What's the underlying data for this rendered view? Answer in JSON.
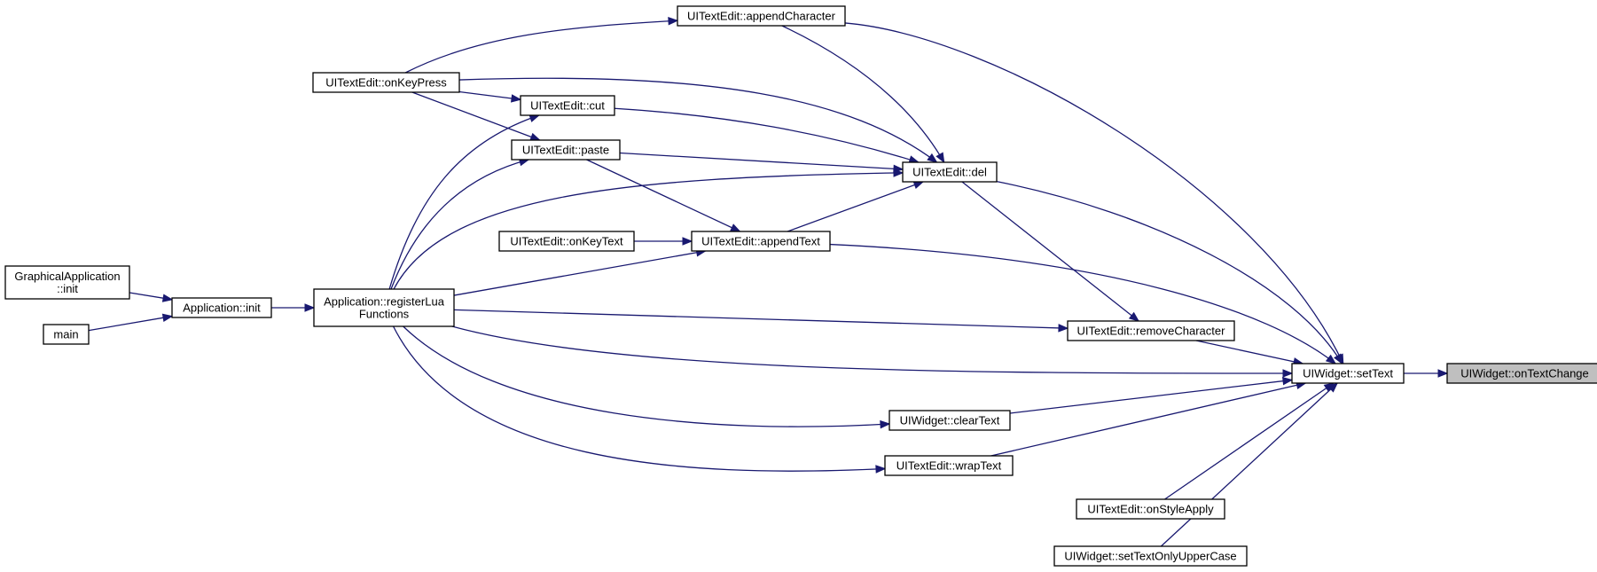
{
  "diagram": {
    "edge_color": "#191970",
    "highlight_color": "#bfbfbf",
    "nodes": [
      {
        "id": "onTextChange",
        "label": [
          "UIWidget::onTextChange"
        ],
        "highlight": true
      },
      {
        "id": "setText",
        "label": [
          "UIWidget::setText"
        ]
      },
      {
        "id": "appendChar",
        "label": [
          "UITextEdit::appendCharacter"
        ]
      },
      {
        "id": "onKeyPress",
        "label": [
          "UITextEdit::onKeyPress"
        ]
      },
      {
        "id": "cut",
        "label": [
          "UITextEdit::cut"
        ]
      },
      {
        "id": "paste",
        "label": [
          "UITextEdit::paste"
        ]
      },
      {
        "id": "del",
        "label": [
          "UITextEdit::del"
        ]
      },
      {
        "id": "onKeyText",
        "label": [
          "UITextEdit::onKeyText"
        ]
      },
      {
        "id": "appendText",
        "label": [
          "UITextEdit::appendText"
        ]
      },
      {
        "id": "gfxInit",
        "label": [
          "GraphicalApplication",
          "::init"
        ]
      },
      {
        "id": "appInit",
        "label": [
          "Application::init"
        ]
      },
      {
        "id": "main",
        "label": [
          "main"
        ]
      },
      {
        "id": "regLua",
        "label": [
          "Application::registerLua",
          "Functions"
        ]
      },
      {
        "id": "removeChar",
        "label": [
          "UITextEdit::removeCharacter"
        ]
      },
      {
        "id": "clearText",
        "label": [
          "UIWidget::clearText"
        ]
      },
      {
        "id": "wrapText",
        "label": [
          "UITextEdit::wrapText"
        ]
      },
      {
        "id": "onStyleApply",
        "label": [
          "UITextEdit::onStyleApply"
        ]
      },
      {
        "id": "setTextUpper",
        "label": [
          "UIWidget::setTextOnlyUpperCase"
        ]
      }
    ],
    "edges": [
      {
        "from": "setText",
        "to": "onTextChange"
      },
      {
        "from": "appendChar",
        "to": "setText"
      },
      {
        "from": "del",
        "to": "setText"
      },
      {
        "from": "appendText",
        "to": "setText"
      },
      {
        "from": "removeChar",
        "to": "setText"
      },
      {
        "from": "regLua",
        "to": "setText"
      },
      {
        "from": "clearText",
        "to": "setText"
      },
      {
        "from": "wrapText",
        "to": "setText"
      },
      {
        "from": "onStyleApply",
        "to": "setText"
      },
      {
        "from": "setTextUpper",
        "to": "setText"
      },
      {
        "from": "onKeyPress",
        "to": "appendChar"
      },
      {
        "from": "appendChar",
        "to": "del"
      },
      {
        "from": "onKeyPress",
        "to": "del"
      },
      {
        "from": "onKeyPress",
        "to": "cut"
      },
      {
        "from": "onKeyPress",
        "to": "paste"
      },
      {
        "from": "cut",
        "to": "del"
      },
      {
        "from": "paste",
        "to": "del"
      },
      {
        "from": "paste",
        "to": "appendText"
      },
      {
        "from": "appendText",
        "to": "del"
      },
      {
        "from": "regLua",
        "to": "del"
      },
      {
        "from": "del",
        "to": "removeChar"
      },
      {
        "from": "onKeyText",
        "to": "appendText"
      },
      {
        "from": "regLua",
        "to": "appendText"
      },
      {
        "from": "regLua",
        "to": "cut"
      },
      {
        "from": "regLua",
        "to": "paste"
      },
      {
        "from": "regLua",
        "to": "removeChar"
      },
      {
        "from": "regLua",
        "to": "clearText"
      },
      {
        "from": "regLua",
        "to": "wrapText"
      },
      {
        "from": "gfxInit",
        "to": "appInit"
      },
      {
        "from": "main",
        "to": "appInit"
      },
      {
        "from": "appInit",
        "to": "regLua"
      }
    ]
  }
}
